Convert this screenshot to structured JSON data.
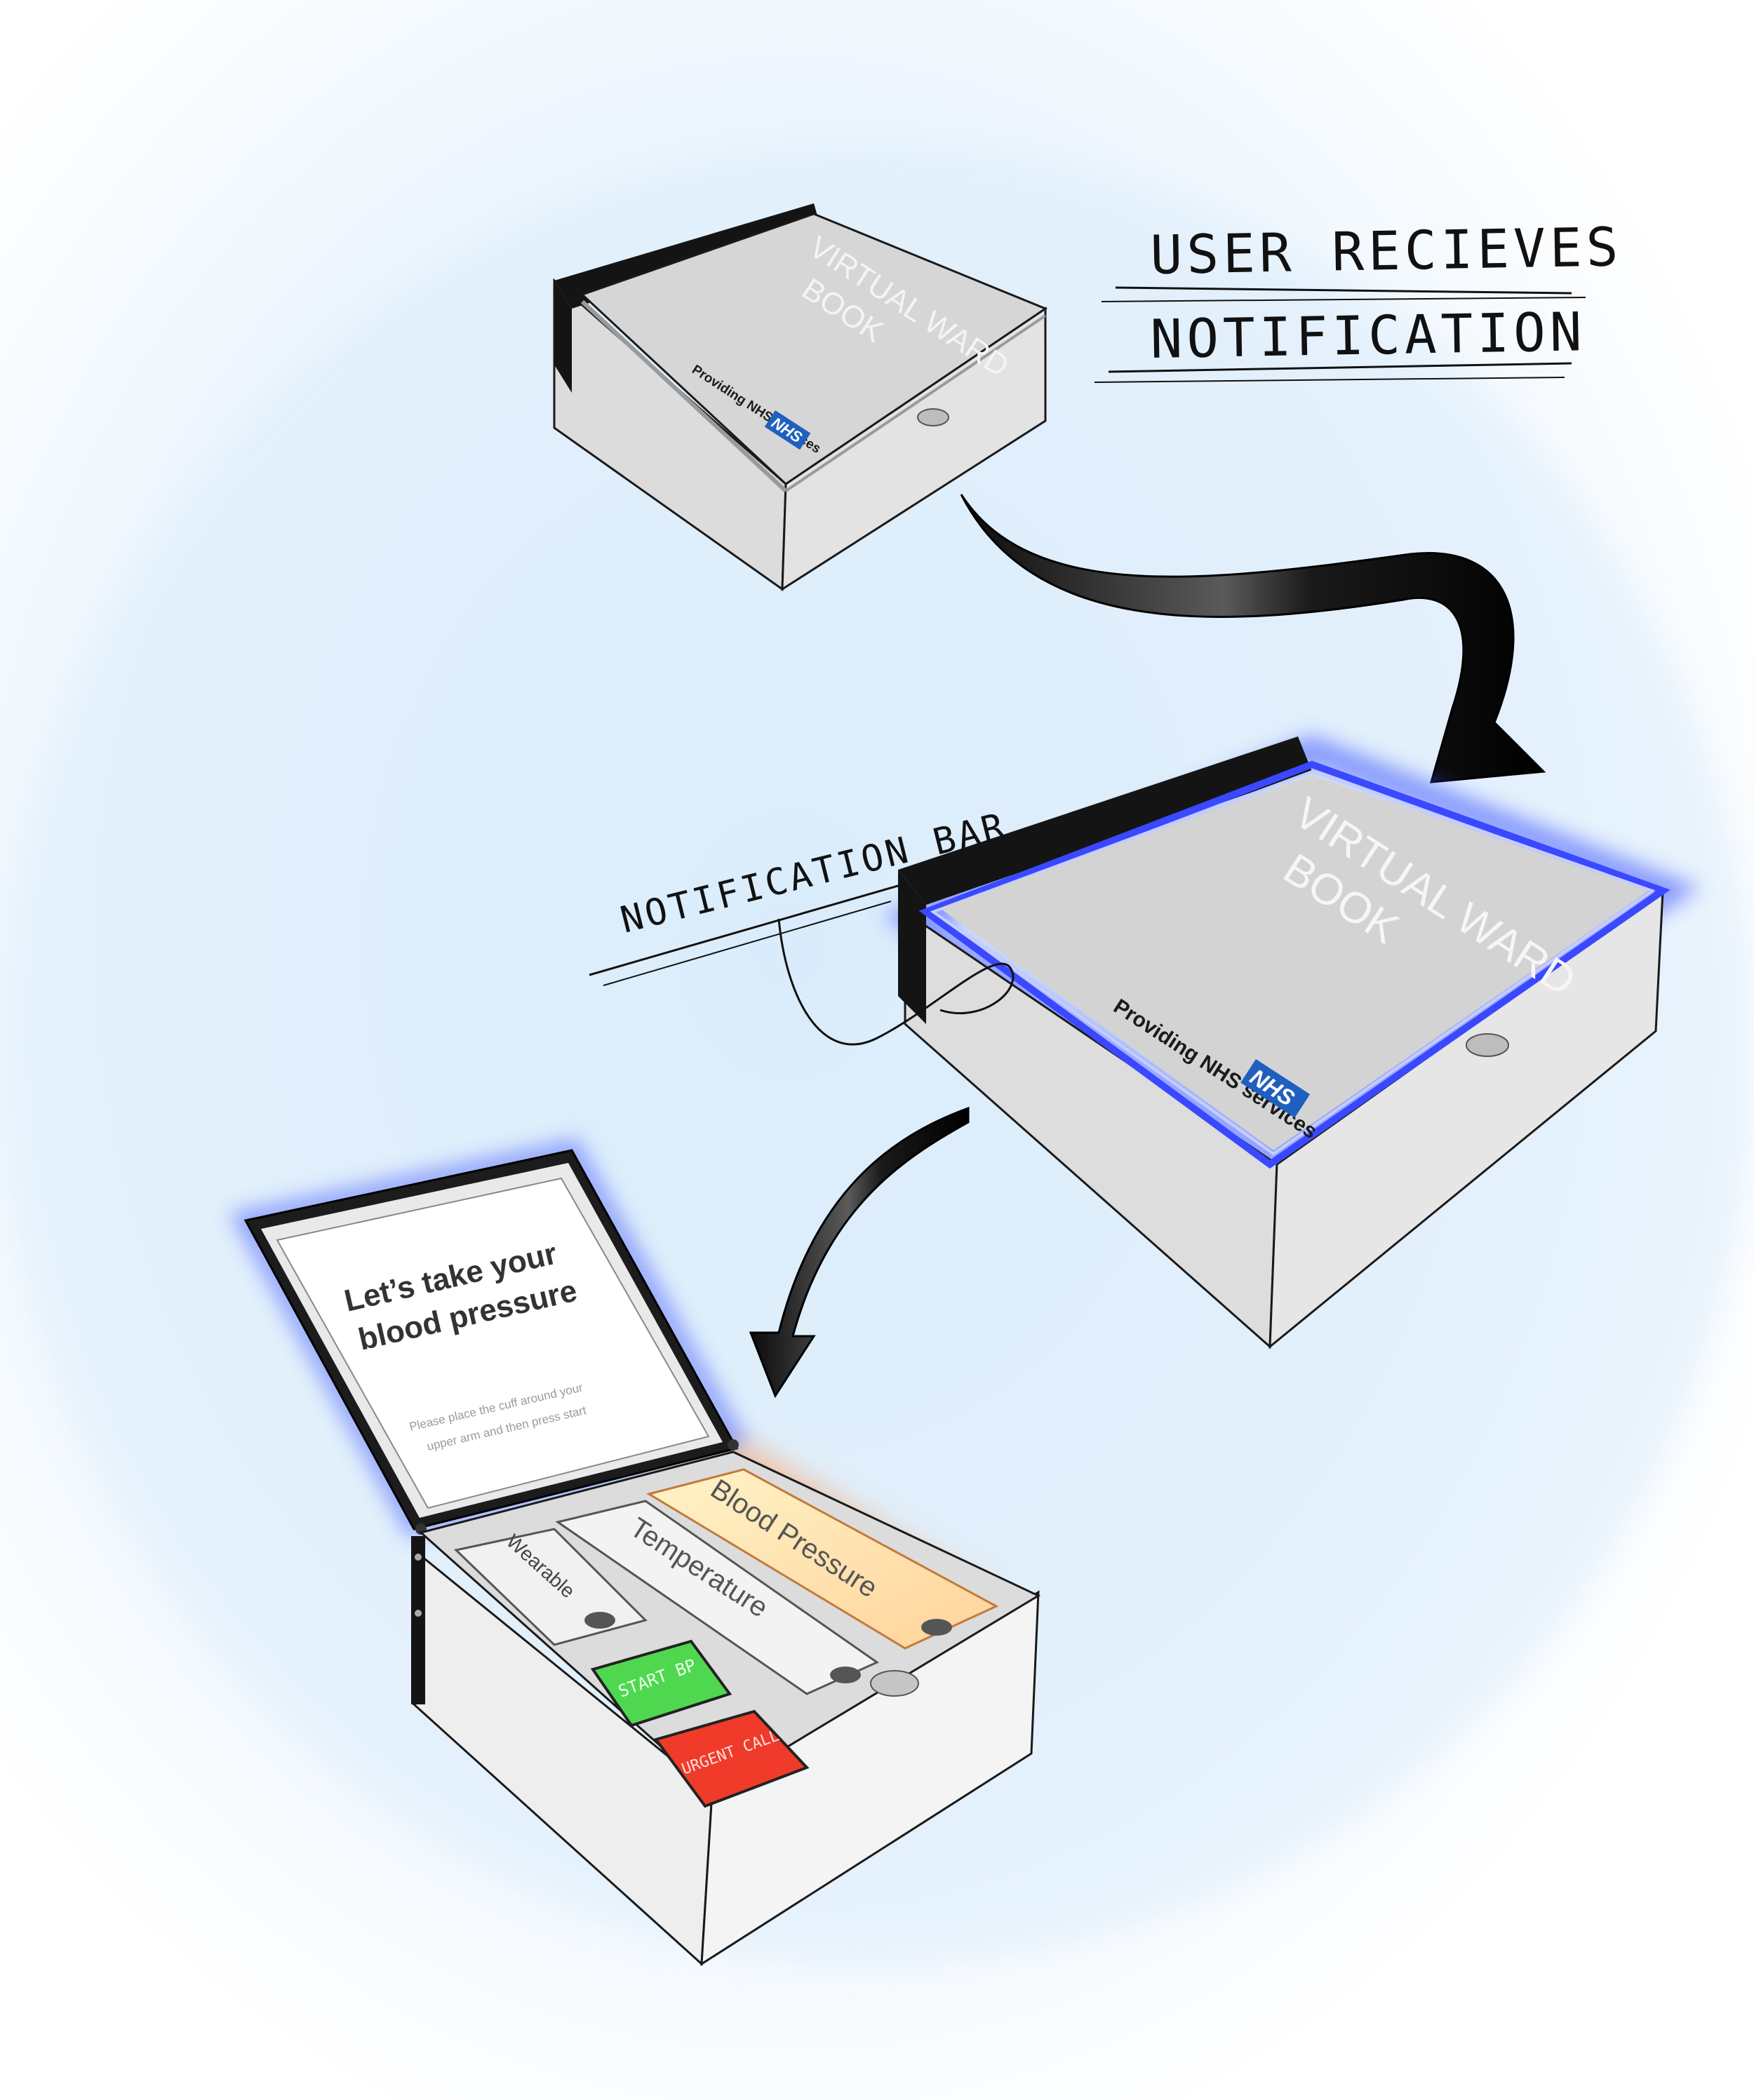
{
  "annotations": {
    "user_receives_line1": "USER RECIEVES",
    "user_receives_line2": "NOTIFICATION",
    "notification_bar": "NOTIFICATION BAR"
  },
  "box_lid": {
    "title_line1": "VIRTUAL WARD",
    "title_line2": "BOOK",
    "providing": "Providing NHS services",
    "nhs_logo_text": "NHS"
  },
  "open_device": {
    "screen": {
      "heading_line1": "Let’s take your",
      "heading_line2": "blood pressure",
      "instruction_line1": "Please place the cuff around your",
      "instruction_line2": "upper arm and then press start"
    },
    "slots": [
      "Wearable",
      "Temperature",
      "Blood Pressure"
    ],
    "buttons": {
      "start": "START BP",
      "urgent": "URGENT CALL"
    }
  },
  "colors": {
    "nhs_blue": "#1f5fbf",
    "glow_blue": "#3d52ff",
    "glow_orange": "#ff8a3c",
    "start_green": "#4fd84f",
    "urgent_red": "#f03b2b",
    "lid_grey": "#d6d6d6",
    "body_grey": "#e6e6e6",
    "spine_black": "#141414"
  }
}
